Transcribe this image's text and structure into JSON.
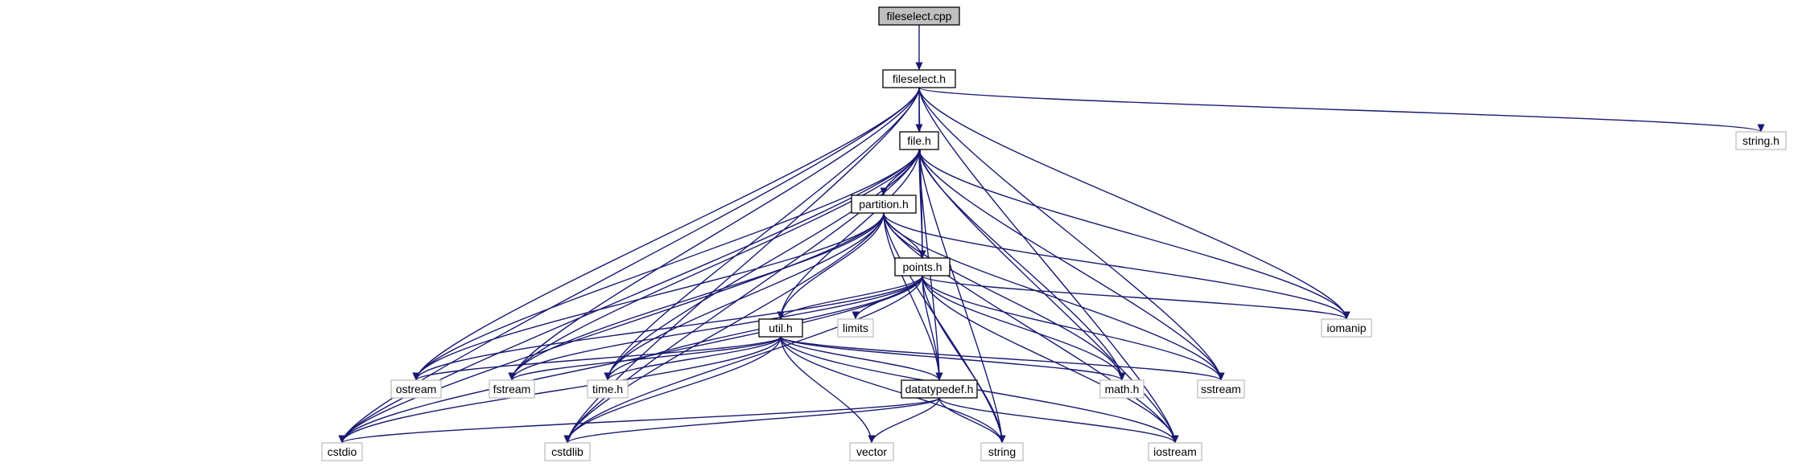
{
  "graph": {
    "colors": {
      "edge": "#191970",
      "root_fill": "#bfbfbf",
      "internal_fill": "#ffffff",
      "internal_stroke": "#000000",
      "external_stroke": "#bfbfbf"
    },
    "nodes": [
      {
        "id": "fileselect_cpp",
        "label": "fileselect.cpp",
        "kind": "root"
      },
      {
        "id": "fileselect_h",
        "label": "fileselect.h",
        "kind": "internal"
      },
      {
        "id": "file_h",
        "label": "file.h",
        "kind": "internal"
      },
      {
        "id": "string_h",
        "label": "string.h",
        "kind": "external"
      },
      {
        "id": "partition_h",
        "label": "partition.h",
        "kind": "internal"
      },
      {
        "id": "points_h",
        "label": "points.h",
        "kind": "internal"
      },
      {
        "id": "limits",
        "label": "limits",
        "kind": "external"
      },
      {
        "id": "iomanip",
        "label": "iomanip",
        "kind": "external"
      },
      {
        "id": "util_h",
        "label": "util.h",
        "kind": "internal"
      },
      {
        "id": "ostream",
        "label": "ostream",
        "kind": "external"
      },
      {
        "id": "fstream",
        "label": "fstream",
        "kind": "external"
      },
      {
        "id": "time_h",
        "label": "time.h",
        "kind": "external"
      },
      {
        "id": "math_h",
        "label": "math.h",
        "kind": "external"
      },
      {
        "id": "sstream",
        "label": "sstream",
        "kind": "external"
      },
      {
        "id": "datatypedef_h",
        "label": "datatypedef.h",
        "kind": "internal"
      },
      {
        "id": "cstdio",
        "label": "cstdio",
        "kind": "external"
      },
      {
        "id": "cstdlib",
        "label": "cstdlib",
        "kind": "external"
      },
      {
        "id": "vector",
        "label": "vector",
        "kind": "external"
      },
      {
        "id": "string",
        "label": "string",
        "kind": "external"
      },
      {
        "id": "iostream",
        "label": "iostream",
        "kind": "external"
      }
    ],
    "edges": [
      [
        "fileselect_cpp",
        "fileselect_h"
      ],
      [
        "fileselect_h",
        "file_h"
      ],
      [
        "fileselect_h",
        "points_h"
      ],
      [
        "fileselect_h",
        "string_h"
      ],
      [
        "fileselect_h",
        "iomanip"
      ],
      [
        "fileselect_h",
        "ostream"
      ],
      [
        "fileselect_h",
        "fstream"
      ],
      [
        "fileselect_h",
        "time_h"
      ],
      [
        "fileselect_h",
        "sstream"
      ],
      [
        "fileselect_h",
        "cstdio"
      ],
      [
        "fileselect_h",
        "cstdlib"
      ],
      [
        "fileselect_h",
        "iostream"
      ],
      [
        "file_h",
        "partition_h"
      ],
      [
        "file_h",
        "points_h"
      ],
      [
        "file_h",
        "util_h"
      ],
      [
        "file_h",
        "iomanip"
      ],
      [
        "file_h",
        "ostream"
      ],
      [
        "file_h",
        "fstream"
      ],
      [
        "file_h",
        "time_h"
      ],
      [
        "file_h",
        "math_h"
      ],
      [
        "file_h",
        "sstream"
      ],
      [
        "file_h",
        "datatypedef_h"
      ],
      [
        "file_h",
        "cstdio"
      ],
      [
        "file_h",
        "cstdlib"
      ],
      [
        "file_h",
        "string"
      ],
      [
        "file_h",
        "iostream"
      ],
      [
        "partition_h",
        "points_h"
      ],
      [
        "partition_h",
        "util_h"
      ],
      [
        "partition_h",
        "datatypedef_h"
      ],
      [
        "partition_h",
        "iomanip"
      ],
      [
        "partition_h",
        "ostream"
      ],
      [
        "partition_h",
        "fstream"
      ],
      [
        "partition_h",
        "time_h"
      ],
      [
        "partition_h",
        "math_h"
      ],
      [
        "partition_h",
        "sstream"
      ],
      [
        "partition_h",
        "cstdio"
      ],
      [
        "partition_h",
        "cstdlib"
      ],
      [
        "partition_h",
        "string"
      ],
      [
        "partition_h",
        "iostream"
      ],
      [
        "points_h",
        "util_h"
      ],
      [
        "points_h",
        "limits"
      ],
      [
        "points_h",
        "iomanip"
      ],
      [
        "points_h",
        "datatypedef_h"
      ],
      [
        "points_h",
        "ostream"
      ],
      [
        "points_h",
        "fstream"
      ],
      [
        "points_h",
        "time_h"
      ],
      [
        "points_h",
        "math_h"
      ],
      [
        "points_h",
        "sstream"
      ],
      [
        "points_h",
        "cstdio"
      ],
      [
        "points_h",
        "cstdlib"
      ],
      [
        "points_h",
        "string"
      ],
      [
        "points_h",
        "iostream"
      ],
      [
        "util_h",
        "ostream"
      ],
      [
        "util_h",
        "fstream"
      ],
      [
        "util_h",
        "time_h"
      ],
      [
        "util_h",
        "math_h"
      ],
      [
        "util_h",
        "sstream"
      ],
      [
        "util_h",
        "datatypedef_h"
      ],
      [
        "util_h",
        "cstdio"
      ],
      [
        "util_h",
        "cstdlib"
      ],
      [
        "util_h",
        "vector"
      ],
      [
        "util_h",
        "string"
      ],
      [
        "util_h",
        "iostream"
      ],
      [
        "datatypedef_h",
        "cstdio"
      ],
      [
        "datatypedef_h",
        "cstdlib"
      ],
      [
        "datatypedef_h",
        "vector"
      ],
      [
        "datatypedef_h",
        "string"
      ],
      [
        "datatypedef_h",
        "iostream"
      ]
    ]
  }
}
